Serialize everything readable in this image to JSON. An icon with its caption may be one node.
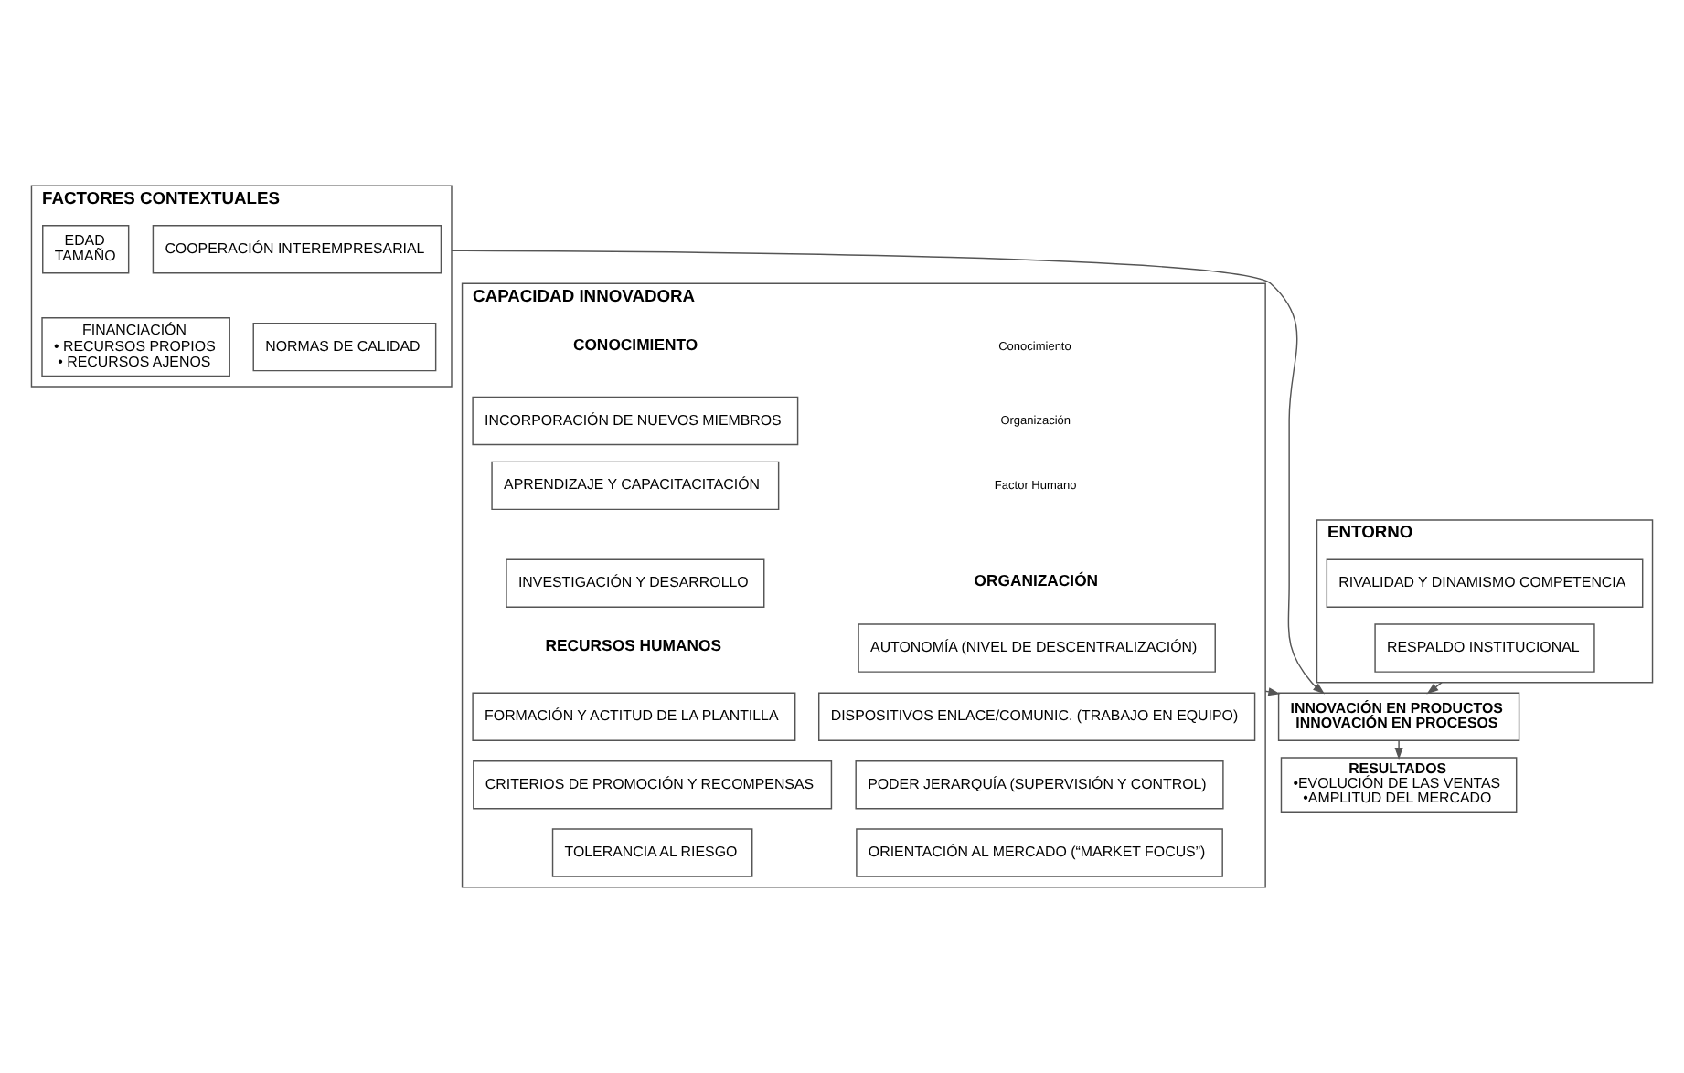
{
  "diagram": {
    "nodes": [
      {
        "text": [
          "FACTORES CONTEXTUALES"
        ]
      },
      {
        "text": [
          "EDAD",
          "TAMAÑO"
        ],
        "in": 0
      },
      {
        "text": [
          "FINANCIACIÓN",
          "• RECURSOS PROPIOS",
          "• RECURSOS AJENOS"
        ],
        "in": 0
      },
      {
        "text": [
          "COOPERACIÓN INTEREMPRESARIAL"
        ],
        "in": 0
      },
      {
        "text": [
          "NORMAS DE CALIDAD"
        ],
        "in": 0
      },
      {
        "text": [
          "ENTORNO"
        ]
      },
      {
        "text": [
          "RIVALIDAD Y DINAMISMO COMPETENCIA"
        ],
        "in": 5
      },
      {
        "text": [
          "RESPALDO INSTITUCIONAL"
        ],
        "in": 5
      },
      {
        "text": [
          "CAPACIDAD INNOVADORA"
        ]
      },
      {
        "text": [
          "INCORPORACIÓN DE NUEVOS MIEMBROS"
        ],
        "in": 8
      },
      {
        "text": [
          "APRENDIZAJE Y CAPACITACITACIÓN"
        ],
        "in": 8
      },
      {
        "text": [
          "INVESTIGACIÓN Y DESARROLLO"
        ],
        "in": 8
      },
      {
        "text": [
          "FORMACIÓN Y ACTITUD DE LA PLANTILLA"
        ],
        "in": 8
      },
      {
        "text": [
          "CRITERIOS DE PROMOCIÓN Y RECOMPENSAS"
        ],
        "in": 8
      },
      {
        "text": [
          "TOLERANCIA AL RIESGO"
        ],
        "in": 8
      },
      {
        "text": [
          "AUTONOMÍA (NIVEL DE DESCENTRALIZACIÓN)"
        ],
        "in": 8
      },
      {
        "text": [
          "DISPOSITIVOS ENLACE/COMUNIC. (TRABAJO EN EQUIPO)"
        ],
        "in": 8
      },
      {
        "text": [
          "PODER JERARQUÍA (SUPERVISIÓN Y CONTROL)"
        ],
        "in": 8
      },
      {
        "text": [
          "ORIENTACIÓN AL MERCADO (“MARKET FOCUS”)"
        ],
        "in": 8
      },
      {
        "text": [
          "INNOVACIÓN EN PRODUCTOS",
          "INNOVACIÓN EN PROCESOS"
        ]
      },
      {
        "text": [
          "RESULTADOS",
          "•EVOLUCIÓN DE LAS VENTAS",
          "•AMPLITUD DEL MERCADO"
        ]
      }
    ],
    "edges": [
      {
        "from": 0,
        "to": 19,
        "arrow": "to"
      },
      {
        "from": 5,
        "to": 19,
        "arrow": "to"
      },
      {
        "from": 8,
        "to": 19,
        "arrow": "to"
      },
      {
        "from": 19,
        "to": 20,
        "arrow": "to"
      }
    ],
    "labels": [
      "Conocimiento",
      "CONOCIMIENTO",
      "Organización",
      "Factor Humano",
      "ORGANIZACIÓN",
      "RECURSOS HUMANOS"
    ]
  }
}
